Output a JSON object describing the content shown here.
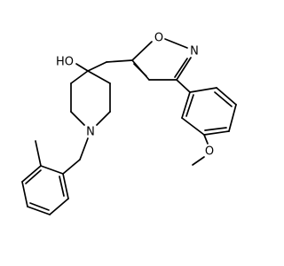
{
  "molecule": {
    "atom_labels": {
      "hydroxyl": "HO",
      "ring_oxygen": "O",
      "ring_nitrogen": "N",
      "amine_nitrogen": "N",
      "ether_oxygen": "O"
    },
    "colors": {
      "bond": "#000000",
      "text": "#000000",
      "background": "#ffffff"
    }
  }
}
